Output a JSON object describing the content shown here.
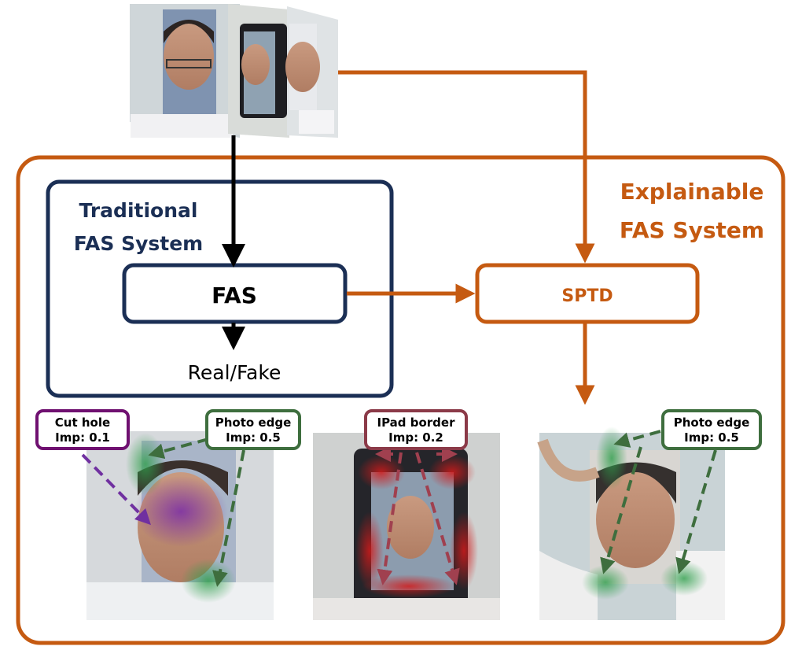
{
  "colors": {
    "orange": "#C55A11",
    "navy": "#1B2F55",
    "black": "#000000",
    "purple": "#6F1070",
    "green": "#3E6E3E",
    "maroon": "#8B3A48"
  },
  "input": {
    "label": "input-face-images",
    "count": 3
  },
  "explainable_system": {
    "title_line1": "Explainable",
    "title_line2": "FAS System"
  },
  "traditional_system": {
    "title_line1": "Traditional",
    "title_line2": "FAS System"
  },
  "fas_box": {
    "label": "FAS"
  },
  "sptd_box": {
    "label": "SPTD"
  },
  "output": {
    "label": "Real/Fake"
  },
  "examples": [
    {
      "callouts": [
        {
          "line1": "Cut hole",
          "line2": "Imp: 0.1",
          "color": "purple"
        },
        {
          "line1": "Photo edge",
          "line2": "Imp: 0.5",
          "color": "green"
        }
      ]
    },
    {
      "callouts": [
        {
          "line1": "IPad border",
          "line2": "Imp: 0.2",
          "color": "maroon"
        }
      ]
    },
    {
      "callouts": [
        {
          "line1": "Photo edge",
          "line2": "Imp: 0.5",
          "color": "green"
        }
      ]
    }
  ]
}
